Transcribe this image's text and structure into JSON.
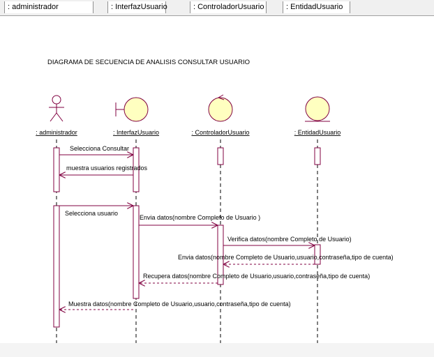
{
  "header": {
    "tabs": [
      {
        "label": ": administrador"
      },
      {
        "label": ": InterfazUsuario"
      },
      {
        "label": ": ControladorUsuario"
      },
      {
        "label": ": EntidadUsuario"
      }
    ]
  },
  "diagram": {
    "title": "DIAGRAMA DE SECUENCIA DE ANALISIS CONSULTAR USUARIO",
    "objects": [
      {
        "label": ": administrador",
        "kind": "actor"
      },
      {
        "label": ": InterfazUsuario",
        "kind": "boundary"
      },
      {
        "label": ": ControladorUsuario",
        "kind": "control"
      },
      {
        "label": ": EntidadUsuario",
        "kind": "entity"
      }
    ],
    "messages": [
      {
        "label": "Selecciona Consultar",
        "from": 0,
        "to": 1,
        "style": "sync"
      },
      {
        "label": "muestra usuarios registrados",
        "from": 1,
        "to": 0,
        "style": "sync"
      },
      {
        "label": "Selecciona usuario",
        "from": 0,
        "to": 1,
        "style": "sync"
      },
      {
        "label": "Envia datos(nombre Completo de Usuario )",
        "from": 1,
        "to": 2,
        "style": "sync"
      },
      {
        "label": "Verifica datos(nombre Completo de Usuario)",
        "from": 2,
        "to": 3,
        "style": "sync"
      },
      {
        "label": "Envia datos(nombre Completo de Usuario,usuario,contraseña,tipo de cuenta)",
        "from": 3,
        "to": 2,
        "style": "return"
      },
      {
        "label": "Recupera datos(nombre Completo de Usuario,usuario,contraseña,tipo de cuenta)",
        "from": 2,
        "to": 1,
        "style": "return"
      },
      {
        "label": "Muestra datos(nombre Completo de Usuario,usuario,contraseña,tipo de cuenta)",
        "from": 1,
        "to": 0,
        "style": "return"
      }
    ]
  },
  "colors": {
    "line": "#800040",
    "symbol_fill": "#ffffc0",
    "lifeline": "#000000"
  }
}
